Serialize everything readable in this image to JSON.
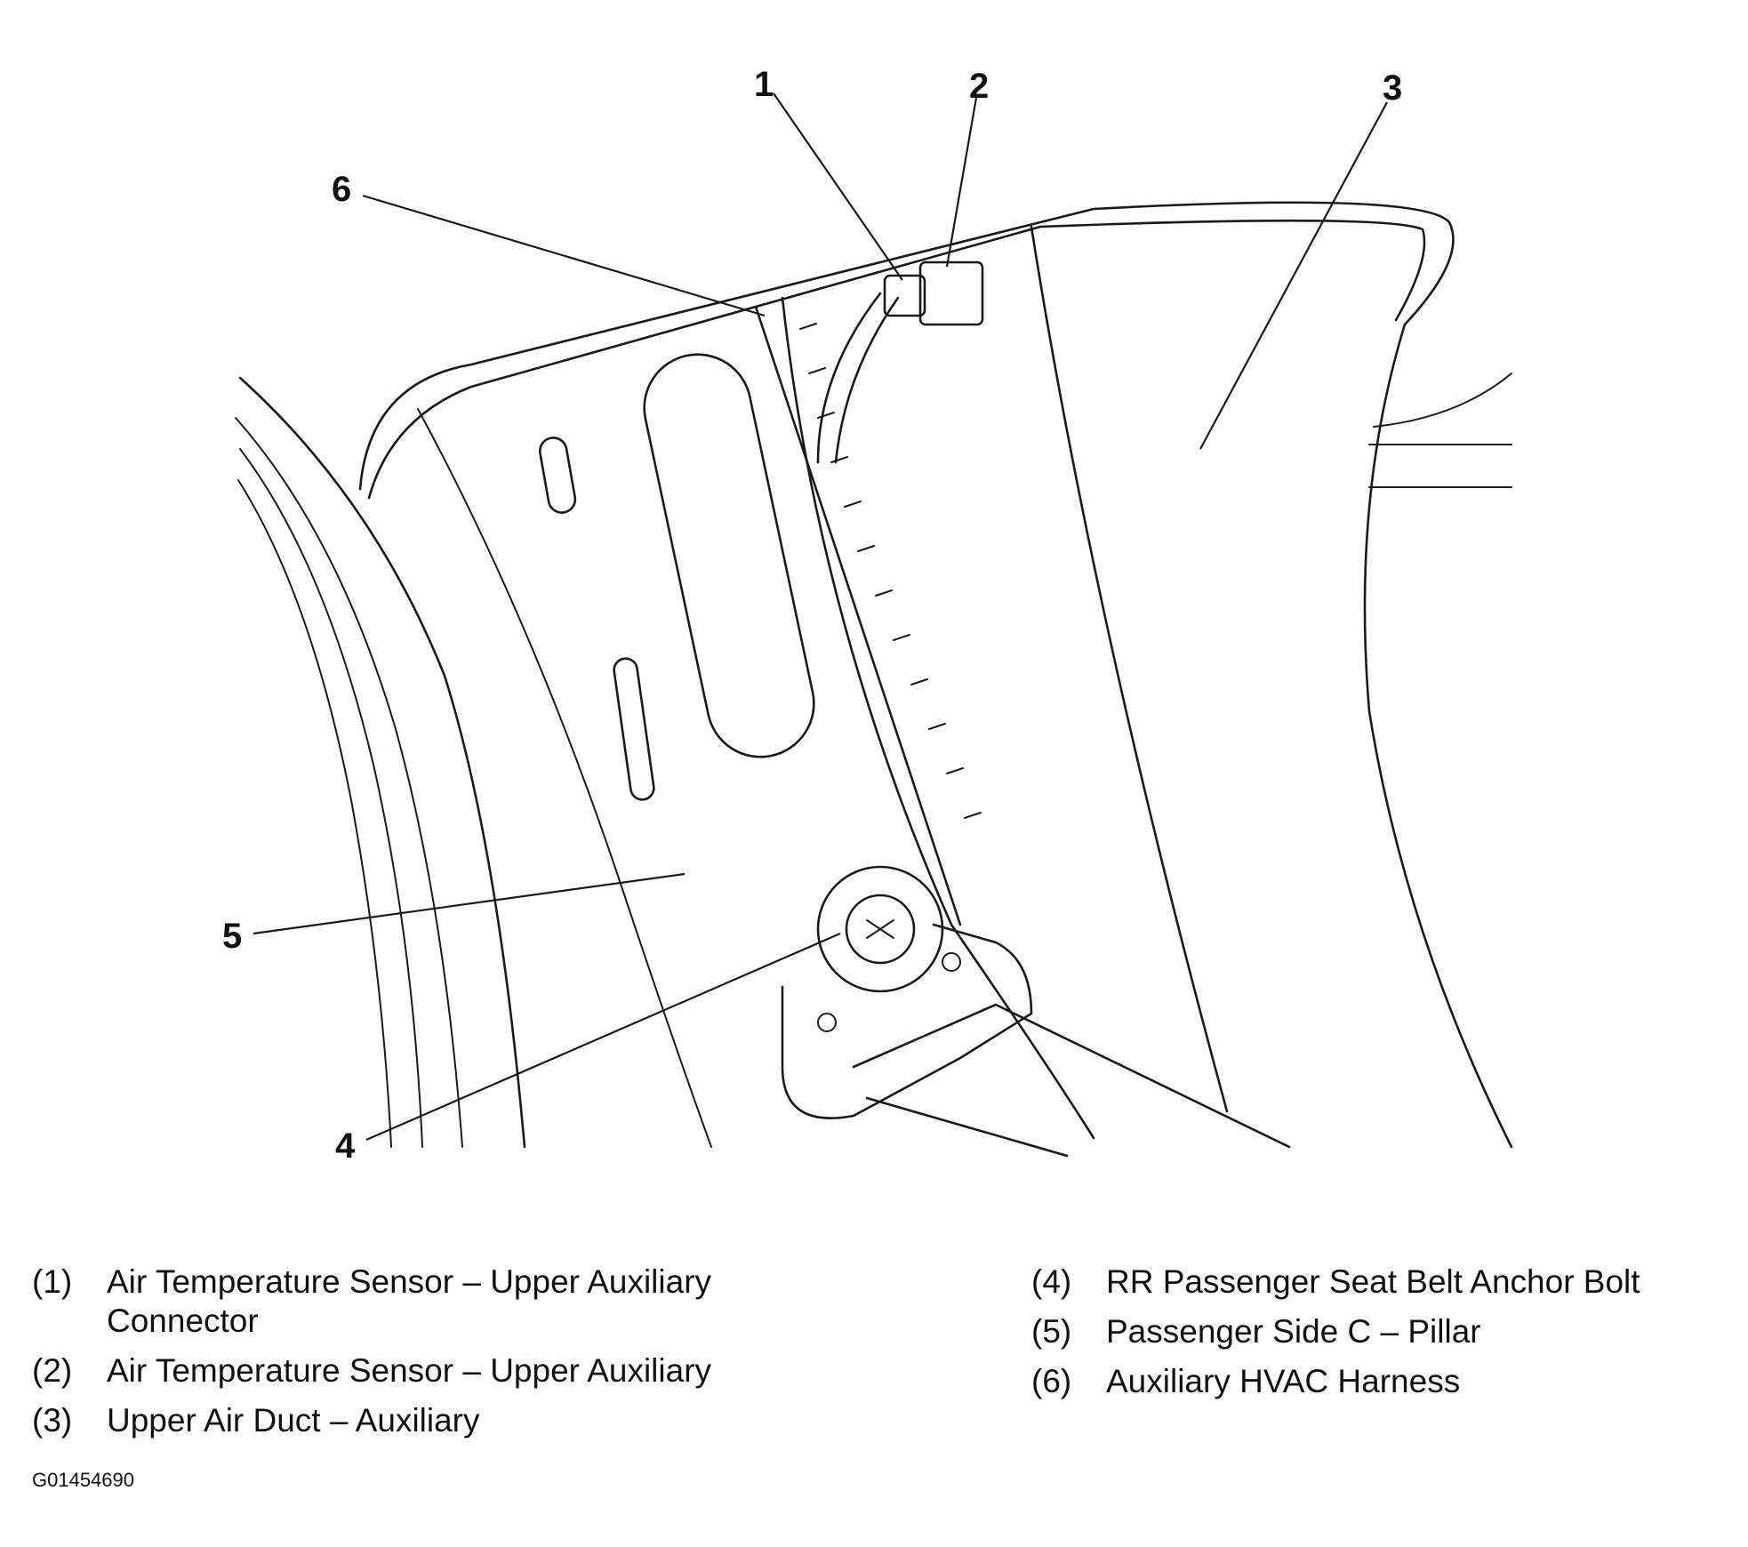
{
  "callouts": [
    "1",
    "2",
    "3",
    "4",
    "5",
    "6"
  ],
  "legend": {
    "left": [
      {
        "num": "(1)",
        "text": [
          "Air Temperature Sensor – Upper Auxiliary",
          "Connector"
        ]
      },
      {
        "num": "(2)",
        "text": [
          "Air Temperature Sensor – Upper Auxiliary"
        ]
      },
      {
        "num": "(3)",
        "text": [
          "Upper Air Duct – Auxiliary"
        ]
      }
    ],
    "right": [
      {
        "num": "(4)",
        "text": [
          "RR Passenger Seat Belt Anchor Bolt"
        ]
      },
      {
        "num": "(5)",
        "text": [
          "Passenger Side C – Pillar"
        ]
      },
      {
        "num": "(6)",
        "text": [
          "Auxiliary HVAC Harness"
        ]
      }
    ]
  },
  "figure_id": "G01454690"
}
